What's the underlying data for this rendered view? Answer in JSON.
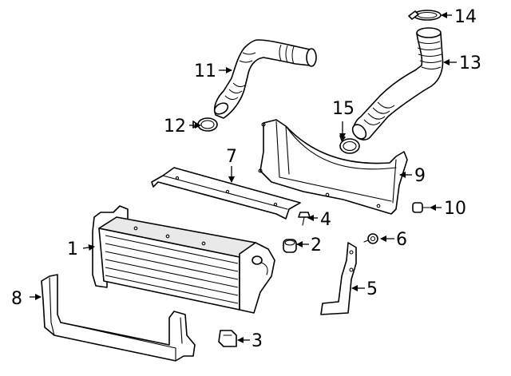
{
  "callouts": [
    {
      "id": "1",
      "label": "1"
    },
    {
      "id": "2",
      "label": "2"
    },
    {
      "id": "3",
      "label": "3"
    },
    {
      "id": "4",
      "label": "4"
    },
    {
      "id": "5",
      "label": "5"
    },
    {
      "id": "6",
      "label": "6"
    },
    {
      "id": "7",
      "label": "7"
    },
    {
      "id": "8",
      "label": "8"
    },
    {
      "id": "9",
      "label": "9"
    },
    {
      "id": "10",
      "label": "10"
    },
    {
      "id": "11",
      "label": "11"
    },
    {
      "id": "12",
      "label": "12"
    },
    {
      "id": "13",
      "label": "13"
    },
    {
      "id": "14",
      "label": "14"
    },
    {
      "id": "15",
      "label": "15"
    }
  ],
  "colors": {
    "line": "#000000",
    "fill": "#ffffff",
    "background": "#ffffff"
  }
}
